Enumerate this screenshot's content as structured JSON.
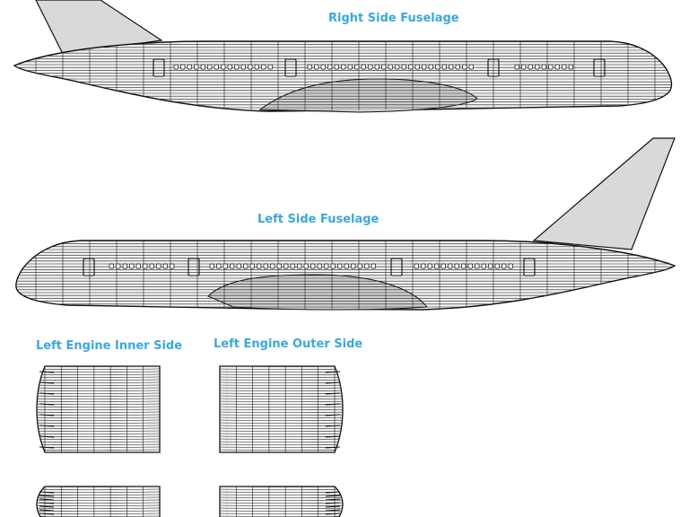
{
  "labels": {
    "right_fuselage": "Right Side Fuselage",
    "left_fuselage": "Left Side Fuselage",
    "engine_inner": "Left Engine Inner Side",
    "engine_outer": "Left Engine Outer Side"
  },
  "colors": {
    "label": "#3aa8dc",
    "line": "#111111",
    "fin_fill": "#d9d9d9",
    "body_fill": "#f2f2f2"
  },
  "windows": {
    "door_count": 4
  }
}
